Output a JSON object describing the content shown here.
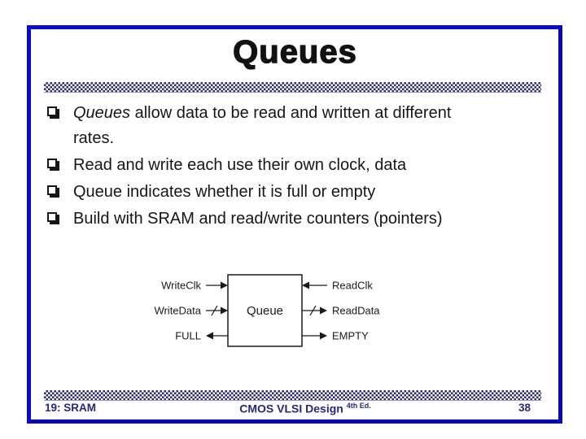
{
  "slide": {
    "title": "Queues",
    "bullets": [
      {
        "lead_italic": "Queues",
        "line1": " allow data to be read and written at different",
        "line2": "rates."
      },
      {
        "text": "Read and write each use their own clock, data"
      },
      {
        "text": "Queue indicates whether it is full or empty"
      },
      {
        "text": "Build with SRAM and read/write counters (pointers)"
      }
    ],
    "diagram": {
      "box_label": "Queue",
      "left_ports": [
        {
          "label": "WriteClk",
          "direction": "into-box",
          "bus": false
        },
        {
          "label": "WriteData",
          "direction": "into-box",
          "bus": true
        },
        {
          "label": "FULL",
          "direction": "out-of-box",
          "bus": false
        }
      ],
      "right_ports": [
        {
          "label": "ReadClk",
          "direction": "into-box",
          "bus": false
        },
        {
          "label": "ReadData",
          "direction": "out-of-box",
          "bus": true
        },
        {
          "label": "EMPTY",
          "direction": "out-of-box",
          "bus": false
        }
      ]
    },
    "footer": {
      "left": "19: SRAM",
      "center": "CMOS VLSI Design",
      "edition": "4th Ed.",
      "page": "38"
    },
    "colors": {
      "border_blue": "#0a0acc",
      "navy": "#28287a"
    }
  }
}
